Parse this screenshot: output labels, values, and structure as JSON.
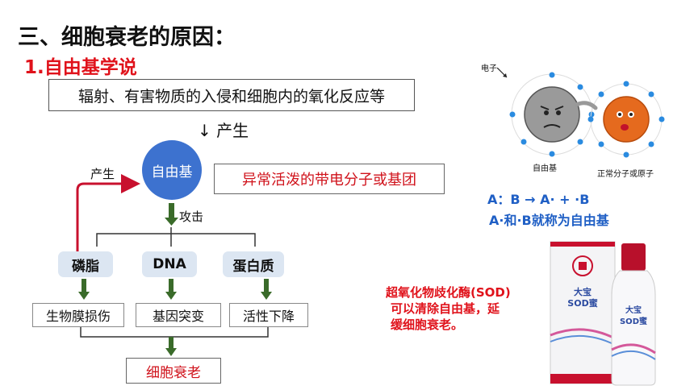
{
  "slide": {
    "title": "三、细胞衰老的原因：",
    "subtitle": "1.自由基学说"
  },
  "diagram": {
    "cause": "辐射、有害物质的入侵和细胞内的氧化反应等",
    "produce_label_top": "产生",
    "arrow_glyph": "↓",
    "free_radical": "自由基",
    "description": "异常活泼的带电分子或基团",
    "produce_label_side": "产生",
    "attack_label": "攻击",
    "targets": [
      "磷脂",
      "DNA",
      "蛋白质"
    ],
    "effects": [
      "生物膜损伤",
      "基因突变",
      "活性下降"
    ],
    "result": "细胞衰老"
  },
  "illustration": {
    "electron_label": "电子",
    "radical_label": "自由基",
    "normal_label": "正常分子或原子"
  },
  "formula": {
    "line": "A：B → A·  + ·B",
    "note": "A·和·B就称为自由基"
  },
  "sod": {
    "line1": "超氧化物歧化酶(SOD)",
    "line2": "可以清除自由基，延",
    "line3": "缓细胞衰老。"
  },
  "product": {
    "brand": "大宝",
    "name": "SOD蜜"
  },
  "colors": {
    "title_red": "#e0121b",
    "circle_blue": "#3d72cf",
    "target_fill": "#dce6f2",
    "arrow_green": "#3a6b2a",
    "feedback_red": "#c8102e",
    "formula_blue": "#1f5fc5"
  }
}
